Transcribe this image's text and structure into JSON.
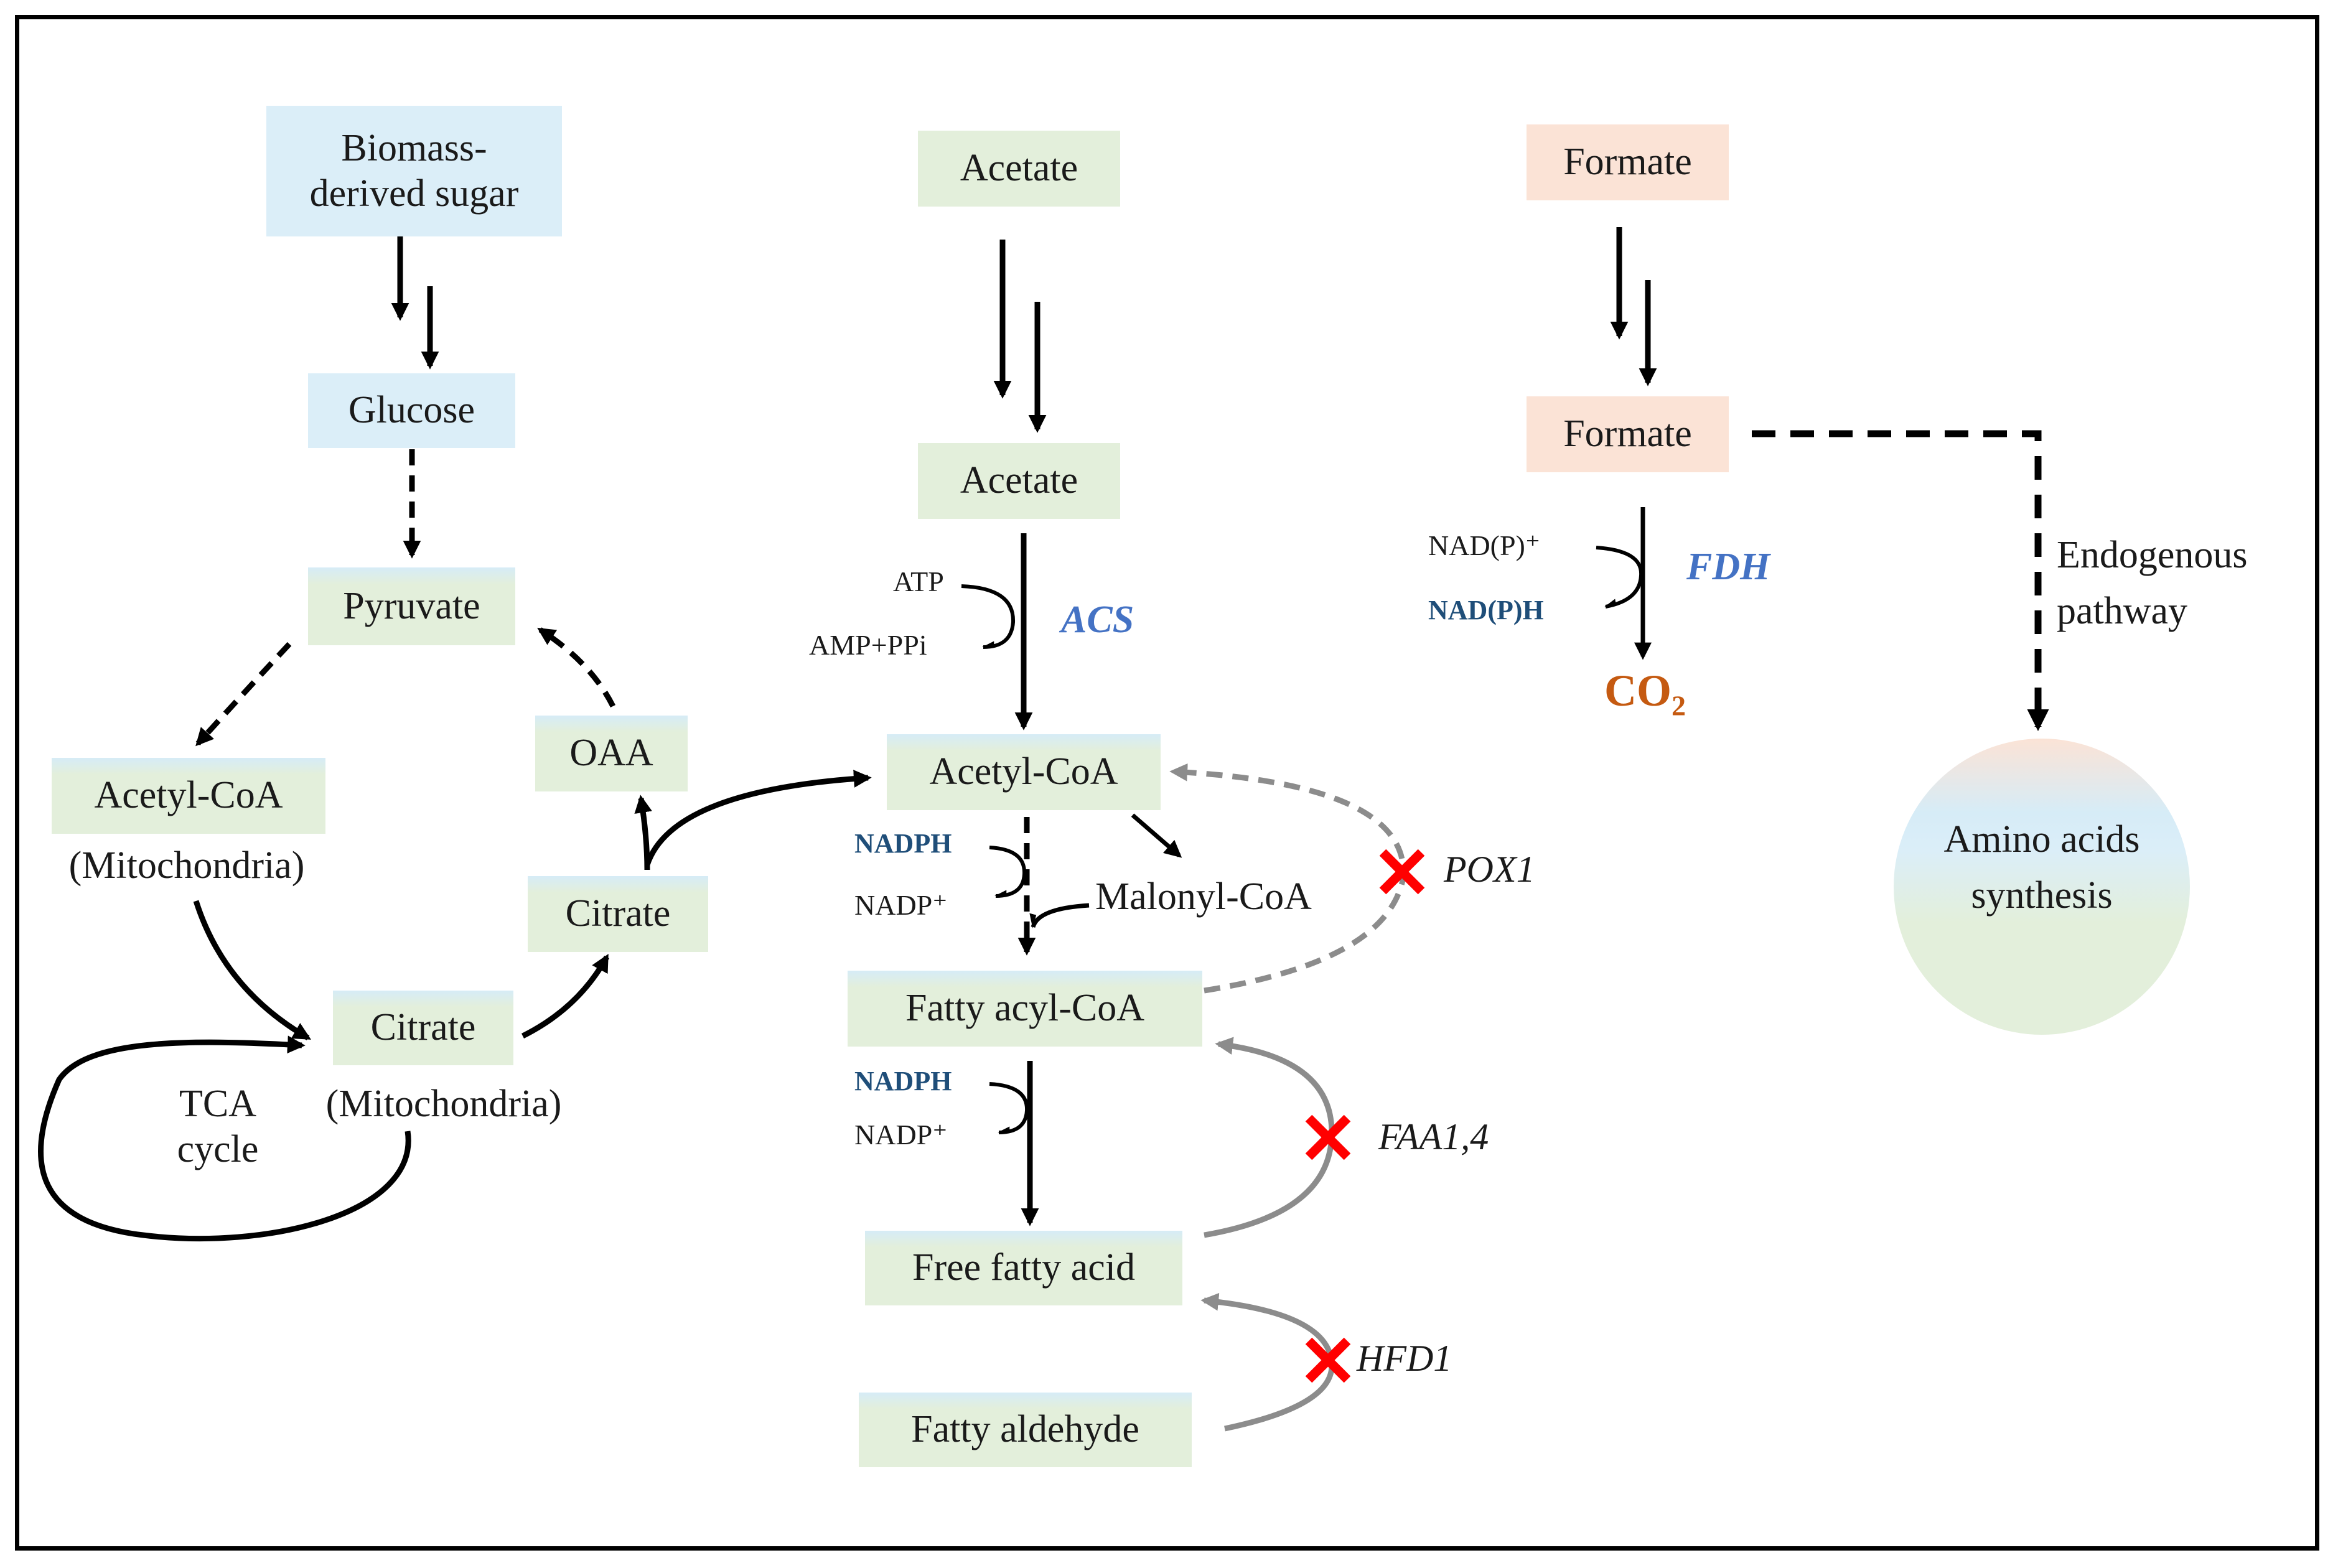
{
  "boxes": {
    "biomass_sugar": "Biomass-\nderived sugar",
    "glucose": "Glucose",
    "pyruvate": "Pyruvate",
    "acetyl_coa_mito": "Acetyl-CoA",
    "oaa": "OAA",
    "citrate_cyto": "Citrate",
    "citrate_mito": "Citrate",
    "acetate_top": "Acetate",
    "acetate_mid": "Acetate",
    "acetyl_coa": "Acetyl-CoA",
    "fatty_acyl_coa": "Fatty acyl-CoA",
    "free_fatty_acid": "Free fatty acid",
    "fatty_aldehyde": "Fatty aldehyde",
    "formate_top": "Formate",
    "formate_mid": "Formate",
    "amino_acids": "Amino acids\nsynthesis"
  },
  "labels": {
    "mitochondria_1": "(Mitochondria)",
    "mitochondria_2": "(Mitochondria)",
    "tca_cycle": "TCA\ncycle",
    "malonyl_coa": "Malonyl-CoA",
    "endogenous_pathway": "Endogenous\npathway",
    "co2_main": "CO",
    "co2_sub": "2"
  },
  "cofactors": {
    "atp": "ATP",
    "amp_ppi": "AMP+PPi",
    "nadph_1": "NADPH",
    "nadp_1": "NADP⁺",
    "nadph_2": "NADPH",
    "nadp_2": "NADP⁺",
    "nadp_plus": "NAD(P)⁺",
    "nadph_fdh": "NAD(P)H"
  },
  "enzymes": {
    "acs": "ACS",
    "fdh": "FDH"
  },
  "knockouts": {
    "pox1": "POX1",
    "faa14": "FAA1,4",
    "hfd1": "HFD1"
  },
  "colors": {
    "blue_box": "#dbeef8",
    "green_box": "#e3efdb",
    "peach_box": "#fbe3d6",
    "enzyme": "#4472c4",
    "cofactor": "#1f4e79",
    "co2": "#c55a11",
    "knockout_x": "#ff0000",
    "deleted_path": "#8c8c8c"
  }
}
